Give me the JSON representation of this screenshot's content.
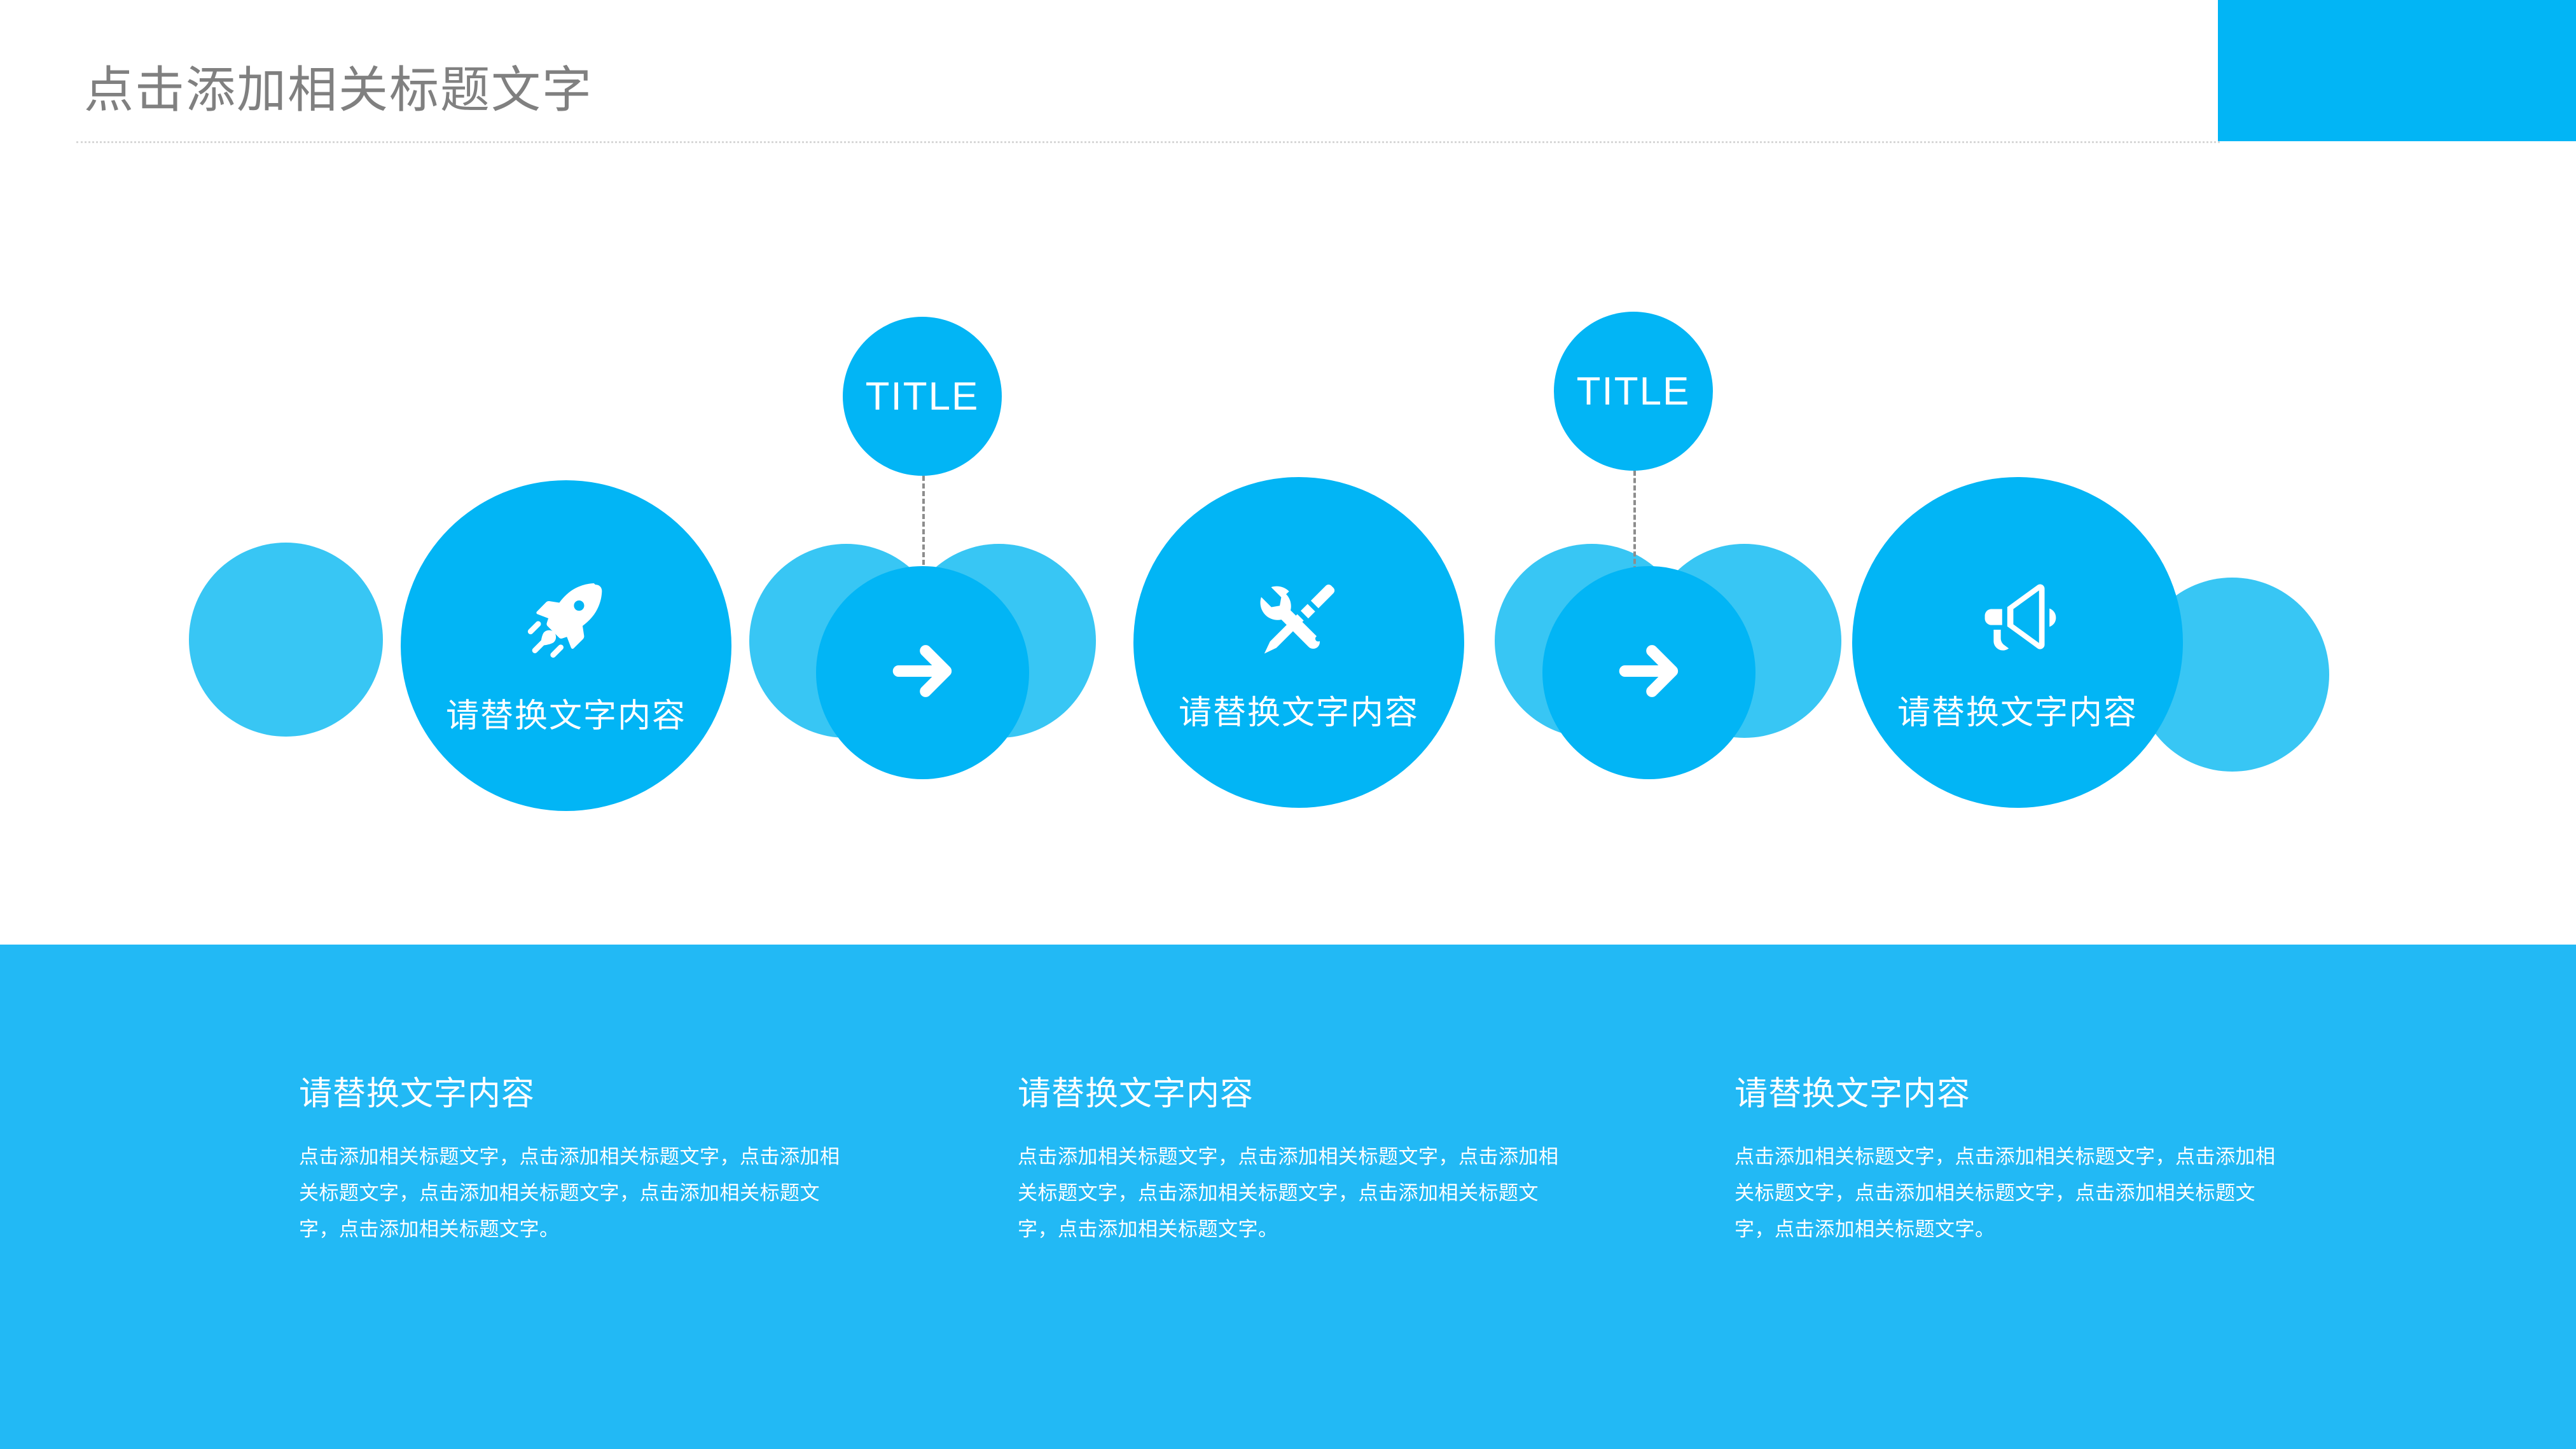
{
  "header": {
    "title": "点击添加相关标题文字",
    "accent_color": "#02B5F5",
    "title_color": "#808080"
  },
  "theme": {
    "primary_blue": "#02B5F5",
    "light_blue": "#38C6F4",
    "band_blue": "#22B9F5",
    "text_on_blue": "#FFFFFF"
  },
  "diagram": {
    "title_bubbles": [
      {
        "label": "TITLE"
      },
      {
        "label": "TITLE"
      }
    ],
    "steps": [
      {
        "icon": "rocket-icon",
        "label": "请替换文字内容"
      },
      {
        "icon": "tools-icon",
        "label": "请替换文字内容"
      },
      {
        "icon": "megaphone-icon",
        "label": "请替换文字内容"
      }
    ],
    "connectors": [
      {
        "icon": "arrow-right-icon"
      },
      {
        "icon": "arrow-right-icon"
      }
    ]
  },
  "columns": [
    {
      "title": "请替换文字内容",
      "body": "点击添加相关标题文字，点击添加相关标题文字，点击添加相关标题文字，点击添加相关标题文字，点击添加相关标题文字，点击添加相关标题文字。"
    },
    {
      "title": "请替换文字内容",
      "body": "点击添加相关标题文字，点击添加相关标题文字，点击添加相关标题文字，点击添加相关标题文字，点击添加相关标题文字，点击添加相关标题文字。"
    },
    {
      "title": "请替换文字内容",
      "body": "点击添加相关标题文字，点击添加相关标题文字，点击添加相关标题文字，点击添加相关标题文字，点击添加相关标题文字，点击添加相关标题文字。"
    }
  ]
}
